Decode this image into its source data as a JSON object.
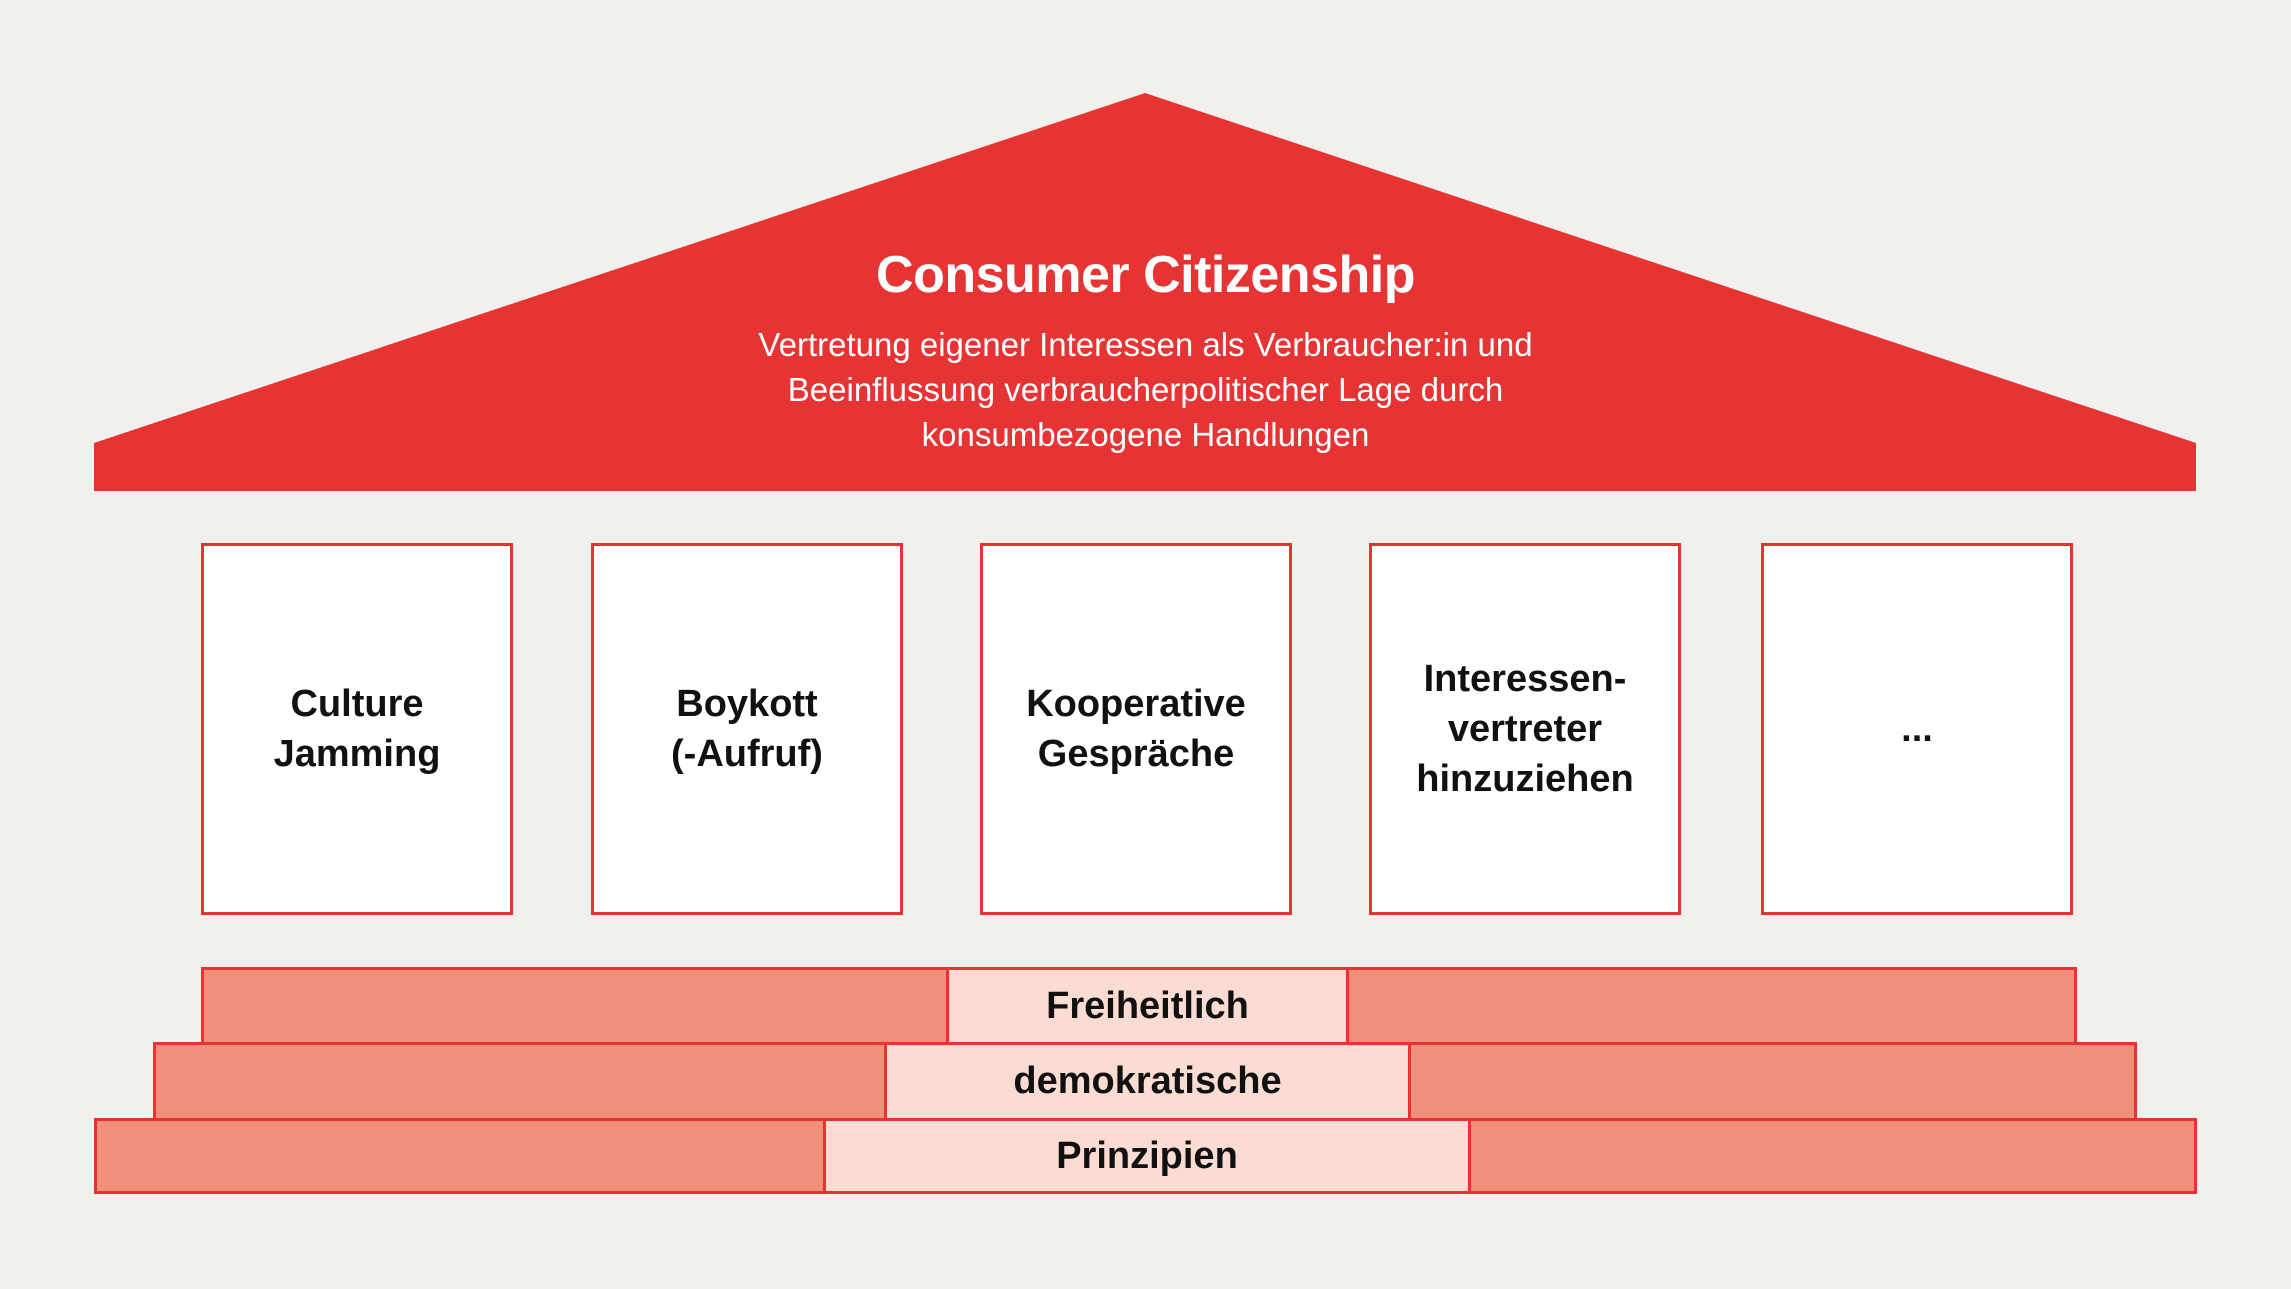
{
  "colors": {
    "background": "#f1f0ec",
    "roof": "#e63334",
    "pillar_border": "#e63334",
    "step_fill": "#f0907a",
    "step_center_fill": "#fbdcd3"
  },
  "roof": {
    "title": "Consumer Citizenship",
    "description_lines": [
      "Vertretung eigener Interessen als Verbraucher:in und",
      "Beeinflussung verbraucherpolitischer Lage durch",
      "konsumbezogene Handlungen"
    ]
  },
  "pillars": [
    {
      "label": "Culture\nJamming"
    },
    {
      "label": "Boykott\n(-Aufruf)"
    },
    {
      "label": "Kooperative\nGespräche"
    },
    {
      "label": "Interessen-\nvertreter\nhinzuziehen"
    },
    {
      "label": "..."
    }
  ],
  "foundation": {
    "steps": [
      {
        "label": "Freiheitlich"
      },
      {
        "label": "demokratische"
      },
      {
        "label": "Prinzipien"
      }
    ]
  }
}
